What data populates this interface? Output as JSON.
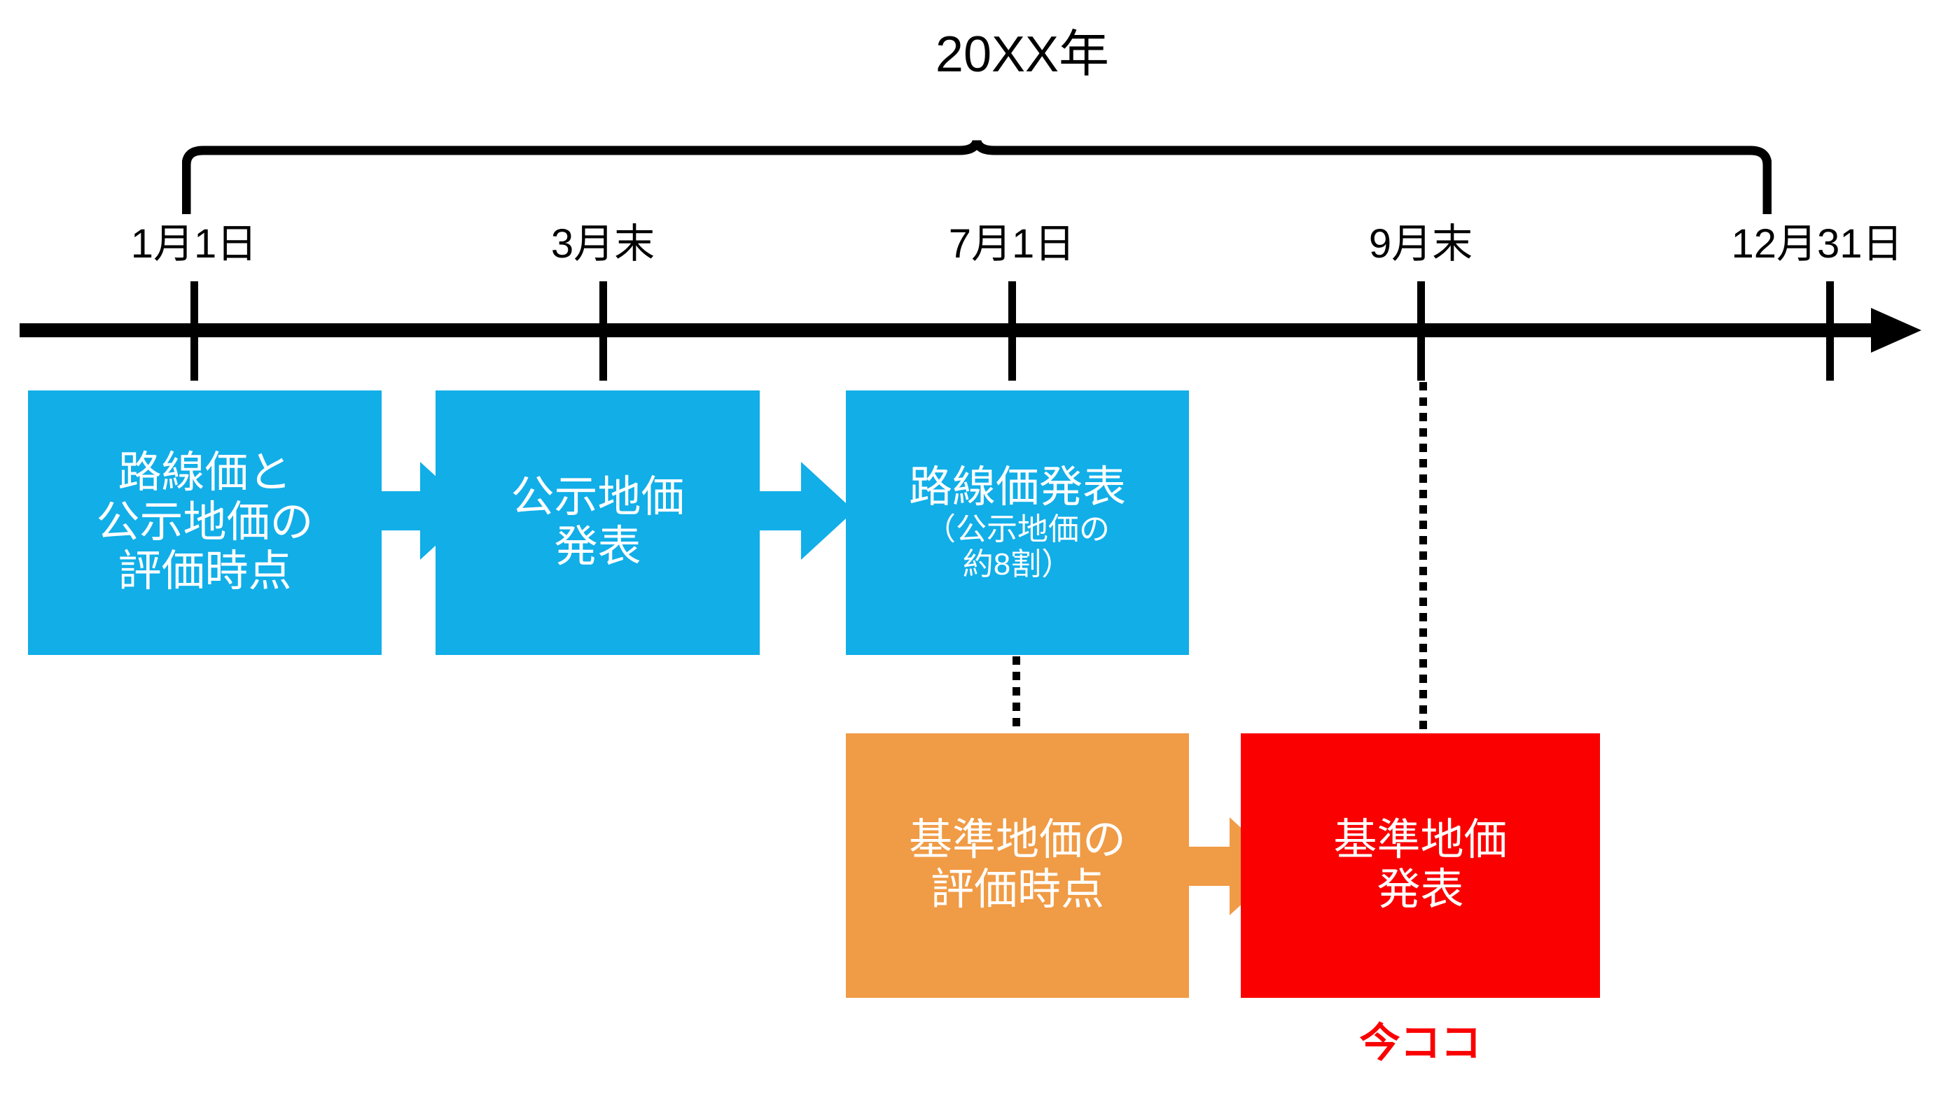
{
  "diagram": {
    "title": "20XX年",
    "timeline": {
      "ticks": [
        {
          "label": "1月1日"
        },
        {
          "label": "3月末"
        },
        {
          "label": "7月1日"
        },
        {
          "label": "9月末"
        },
        {
          "label": "12月31日"
        }
      ]
    },
    "boxes": [
      {
        "id": "rosenka-koji-valuation",
        "lines": [
          "路線価と",
          "公示地価の",
          "評価時点"
        ],
        "sub_lines": [],
        "color": "#11AEE8"
      },
      {
        "id": "koji-chika-announcement",
        "lines": [
          "公示地価",
          "発表"
        ],
        "sub_lines": [],
        "color": "#11AEE8"
      },
      {
        "id": "rosenka-announcement",
        "lines": [
          "路線価発表"
        ],
        "sub_lines": [
          "（公示地価の",
          "約8割）"
        ],
        "color": "#11AEE8"
      },
      {
        "id": "kijun-chika-valuation",
        "lines": [
          "基準地価の",
          "評価時点"
        ],
        "sub_lines": [],
        "color": "#F09B45"
      },
      {
        "id": "kijun-chika-announcement",
        "lines": [
          "基準地価",
          "発表"
        ],
        "sub_lines": [],
        "color": "#FA0000"
      }
    ],
    "now_marker": {
      "label": "今ココ",
      "color": "#FA0000"
    },
    "colors": {
      "blue": "#11AEE8",
      "orange": "#F09B45",
      "red": "#FA0000",
      "axis": "#000000",
      "background": "#FFFFFF"
    }
  }
}
